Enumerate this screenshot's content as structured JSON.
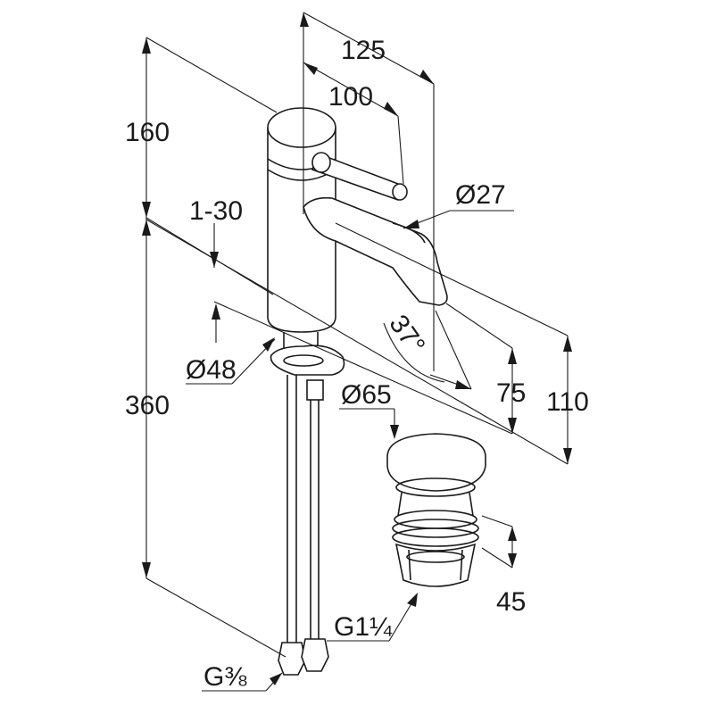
{
  "dimensions": {
    "width_total": "125",
    "width_spout": "100",
    "height_upper": "160",
    "height_lower": "360",
    "plate_thickness": "1-30",
    "body_diameter": "Ø48",
    "spout_diameter": "Ø27",
    "spout_angle": "37°",
    "spout_height": "75",
    "outlet_height": "110",
    "drain_diameter": "Ø65",
    "drain_height": "45",
    "drain_thread": "G1¼",
    "hose_thread": "G⅜"
  }
}
